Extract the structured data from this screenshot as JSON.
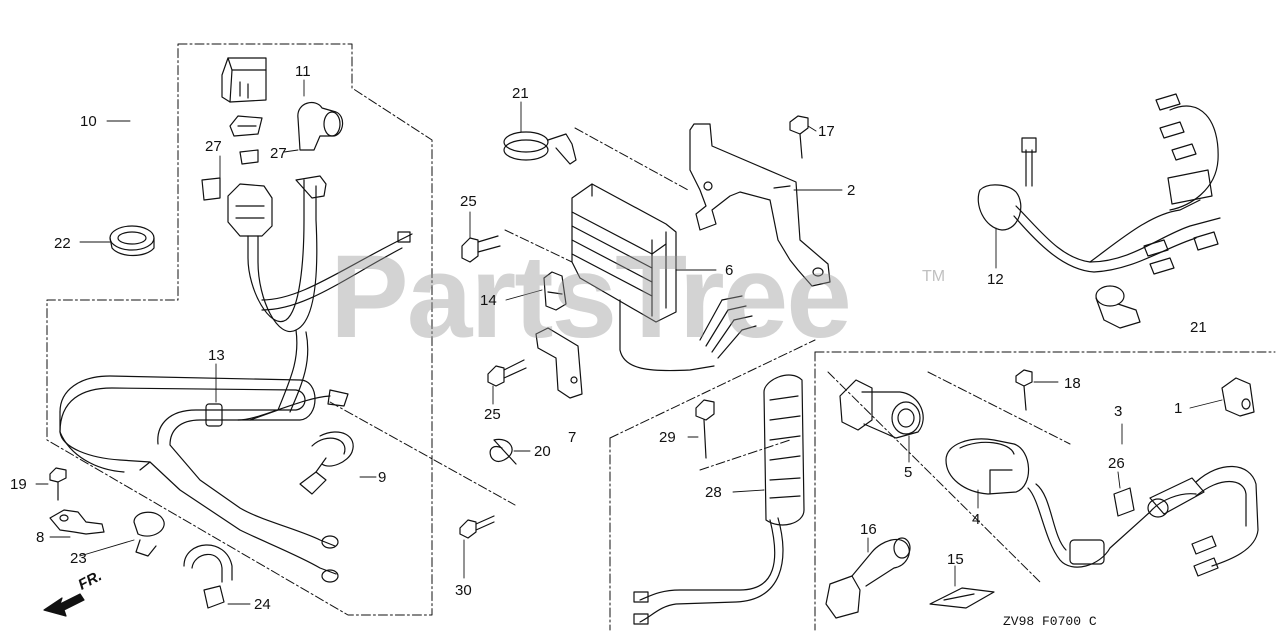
{
  "watermark": "PartsTree",
  "trademark": "TM",
  "direction": "FR.",
  "diagram_code": "ZV98  F0700 C",
  "callouts": {
    "c10": "10",
    "c11": "11",
    "c27a": "27",
    "c27b": "27",
    "c22": "22",
    "c13": "13",
    "c19": "19",
    "c8": "8",
    "c23": "23",
    "c24": "24",
    "c9": "9",
    "c30": "30",
    "c21a": "21",
    "c17": "17",
    "c2": "2",
    "c25a": "25",
    "c6": "6",
    "c14": "14",
    "c25b": "25",
    "c7": "7",
    "c20": "20",
    "c29": "29",
    "c28": "28",
    "c12": "12",
    "c21b": "21",
    "c18": "18",
    "c3": "3",
    "c1": "1",
    "c5": "5",
    "c26": "26",
    "c4": "4",
    "c16": "16",
    "c15": "15"
  }
}
